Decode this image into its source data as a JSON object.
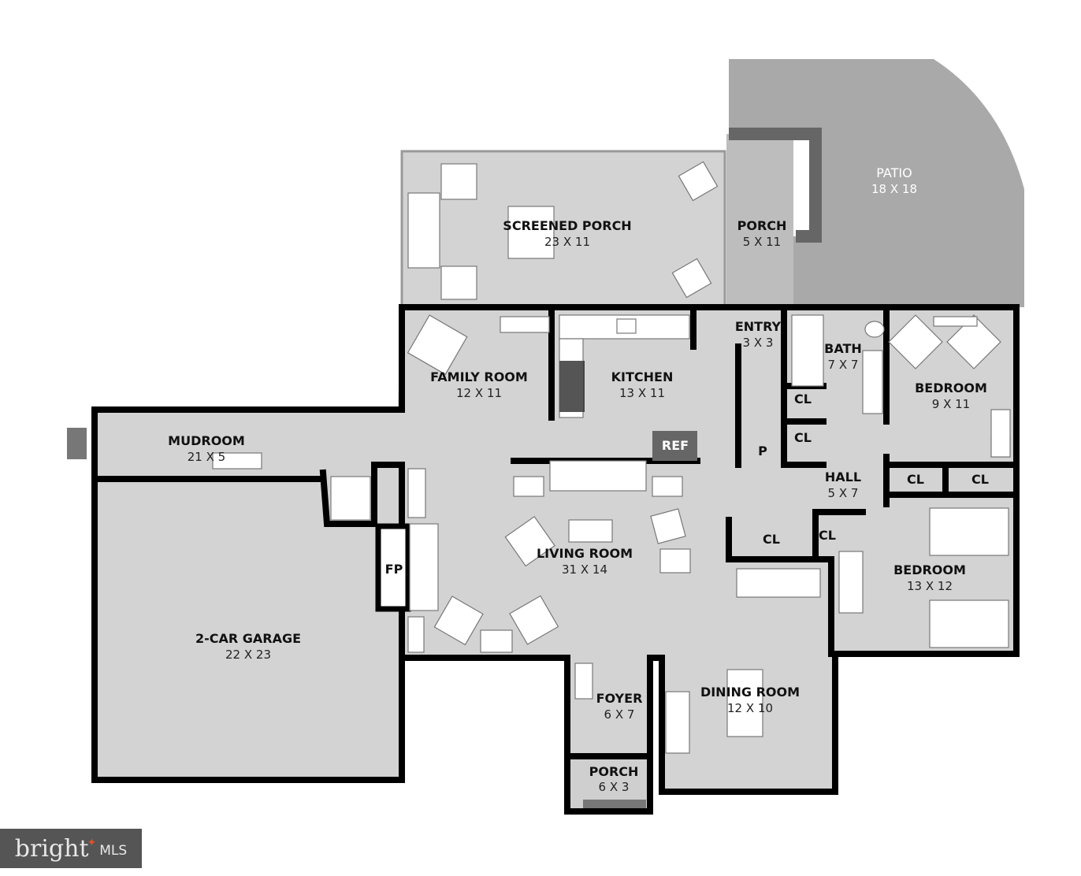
{
  "rooms": {
    "screened_porch": {
      "name": "SCREENED PORCH",
      "dims": "23 X 11"
    },
    "porch_back": {
      "name": "PORCH",
      "dims": "5 X 11"
    },
    "patio": {
      "name": "PATIO",
      "dims": "18 X 18"
    },
    "family_room": {
      "name": "FAMILY ROOM",
      "dims": "12 X 11"
    },
    "kitchen": {
      "name": "KITCHEN",
      "dims": "13 X 11"
    },
    "entry": {
      "name": "ENTRY",
      "dims": "3 X 3"
    },
    "bath": {
      "name": "BATH",
      "dims": "7 X 7"
    },
    "bedroom1": {
      "name": "BEDROOM",
      "dims": "9 X 11"
    },
    "mudroom": {
      "name": "MUDROOM",
      "dims": "21 X 5"
    },
    "hall": {
      "name": "HALL",
      "dims": "5 X 7"
    },
    "living_room": {
      "name": "LIVING ROOM",
      "dims": "31 X 14"
    },
    "bedroom2": {
      "name": "BEDROOM",
      "dims": "13 X 12"
    },
    "garage": {
      "name": "2-CAR GARAGE",
      "dims": "22 X 23"
    },
    "foyer": {
      "name": "FOYER",
      "dims": "6 X 7"
    },
    "dining_room": {
      "name": "DINING ROOM",
      "dims": "12 X 10"
    },
    "porch_front": {
      "name": "PORCH",
      "dims": "6 X 3"
    }
  },
  "labels": {
    "ref": "REF",
    "fp": "FP",
    "pantry": "P",
    "closet": "CL"
  },
  "logo": {
    "brand": "bright",
    "suffix": "MLS"
  },
  "colors": {
    "floor": "#d3d3d3",
    "patio": "#a9a9a9",
    "wall": "#000000"
  }
}
